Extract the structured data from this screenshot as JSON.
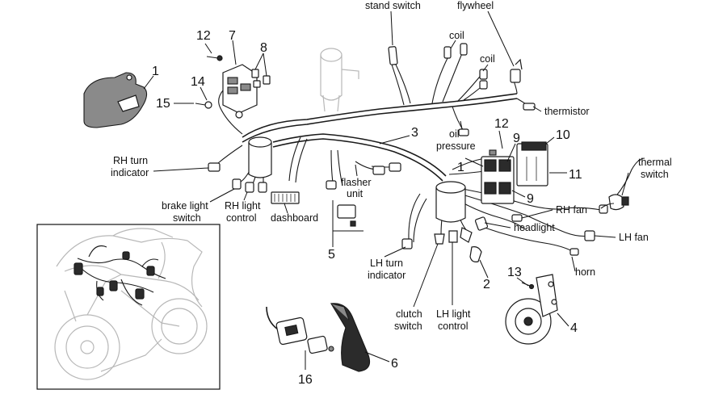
{
  "diagram": {
    "labels": {
      "stand_switch": "stand switch",
      "flywheel": "flywheel",
      "coil_1": "coil",
      "coil_2": "coil",
      "thermistor": "thermistor",
      "oil_pressure_line1": "oil",
      "oil_pressure_line2": "pressure",
      "rh_turn_indicator_line1": "RH turn",
      "rh_turn_indicator_line2": "indicator",
      "flasher_unit_line1": "flasher",
      "flasher_unit_line2": "unit",
      "brake_light_switch_line1": "brake light",
      "brake_light_switch_line2": "switch",
      "rh_light_control_line1": "RH light",
      "rh_light_control_line2": "control",
      "dashboard": "dashboard",
      "thermal_switch_line1": "thermal",
      "thermal_switch_line2": "switch",
      "rh_fan": "RH fan",
      "lh_fan": "LH fan",
      "headlight": "headlight",
      "horn": "horn",
      "lh_turn_indicator_line1": "LH turn",
      "lh_turn_indicator_line2": "indicator",
      "clutch_switch_line1": "clutch",
      "clutch_switch_line2": "switch",
      "lh_light_control_line1": "LH light",
      "lh_light_control_line2": "control"
    },
    "part_numbers": {
      "n1_shield": "1",
      "n12_top": "12",
      "n7": "7",
      "n8": "8",
      "n14": "14",
      "n15": "15",
      "n3": "3",
      "n1_relay": "1",
      "n12_right": "12",
      "n9_top": "9",
      "n10": "10",
      "n11": "11",
      "n9_bottom": "9",
      "n5": "5",
      "n2": "2",
      "n13": "13",
      "n4": "4",
      "n6": "6",
      "n16": "16"
    }
  }
}
